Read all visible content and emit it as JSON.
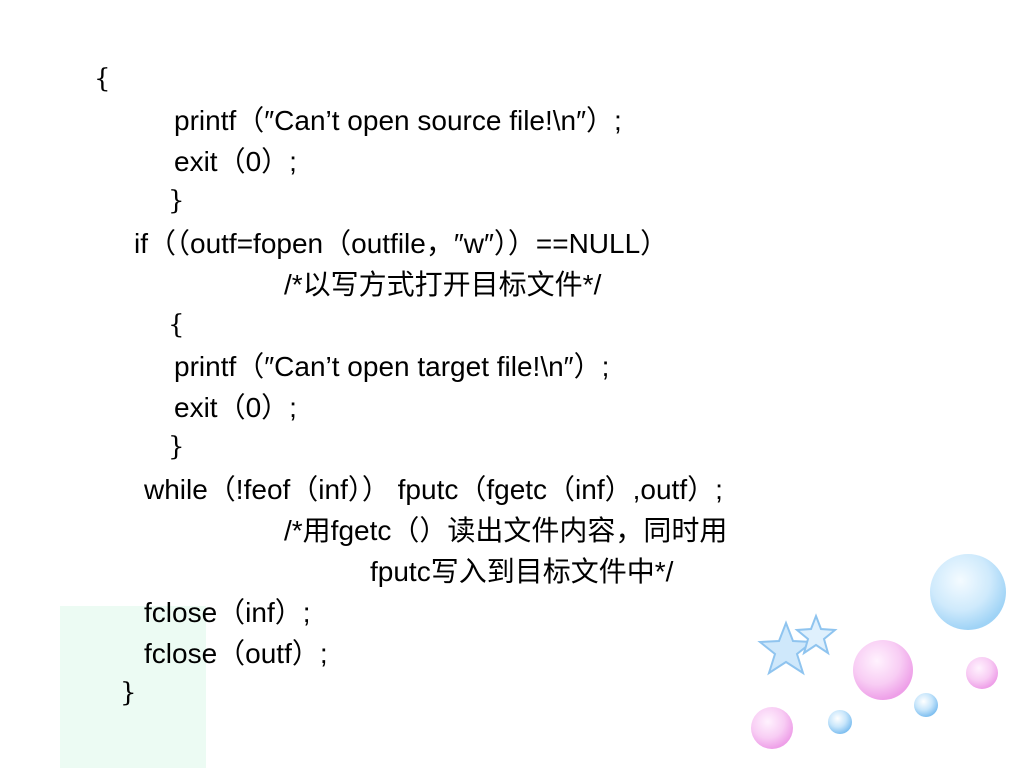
{
  "code": {
    "lines": [
      "{",
      "printf（″Can’t open source file!\\n″）;",
      "exit（0）;",
      "}",
      "if（（outf=fopen（outfile，″w″））==NULL）",
      "/*以写方式打开目标文件*/",
      "{",
      "printf（″Can’t open target file!\\n″）;",
      "exit（0）;",
      "}",
      "while（!feof（inf）） fputc（fgetc（inf）,outf）;",
      "/*用fgetc（）读出文件内容，同时用",
      "fputc写入到目标文件中*/",
      "fclose（inf）;",
      "fclose（outf）;",
      "}"
    ]
  },
  "decoration": {
    "bubble_blue": "#bfe3fb",
    "bubble_pink": "#f7c6f3",
    "star_blue": "#a9d2f5",
    "panel_mint": "#ecfbf3",
    "icons": [
      "bubble-icon",
      "star-icon"
    ]
  }
}
